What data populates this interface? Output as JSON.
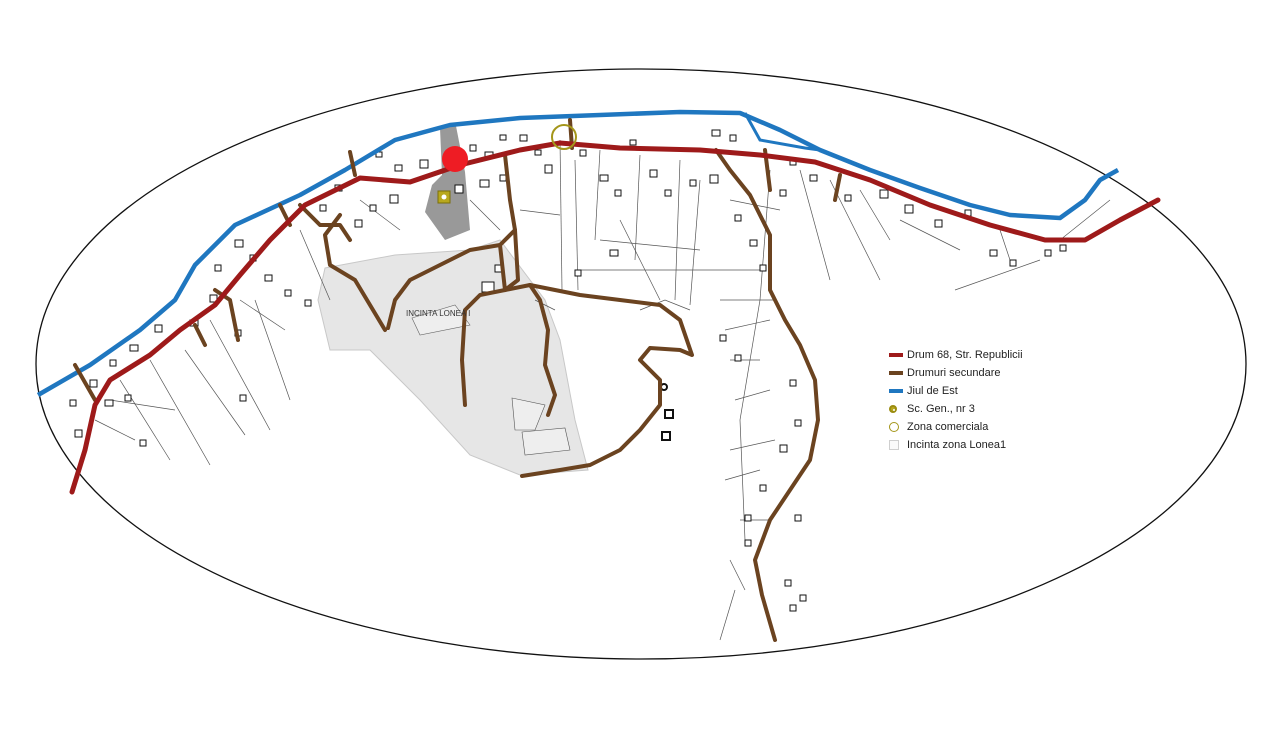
{
  "map": {
    "area_label": "INCINTA LONEA I",
    "colors": {
      "main_road": "#9e1a1a",
      "secondary_road": "#6b4320",
      "river": "#1f77c0",
      "marker": "#ee1c24",
      "zone_fill": "#e6e6e6",
      "built_area": "#999999",
      "commercial": "#a4961a"
    }
  },
  "legend": {
    "items": [
      {
        "label": "Drum 68, Str. Republicii",
        "symbol": "line",
        "color": "#9e1a1a"
      },
      {
        "label": "Drumuri secundare",
        "symbol": "line",
        "color": "#6b4320"
      },
      {
        "label": "Jiul de Est",
        "symbol": "line",
        "color": "#1f77c0"
      },
      {
        "label": "Sc. Gen., nr 3",
        "symbol": "school-icon",
        "color": "#b8a81e"
      },
      {
        "label": "Zona comerciala",
        "symbol": "ring-icon",
        "color": "#a4961a"
      },
      {
        "label": "Incinta zona Lonea1",
        "symbol": "area-icon",
        "color": "#fafafa"
      }
    ]
  }
}
